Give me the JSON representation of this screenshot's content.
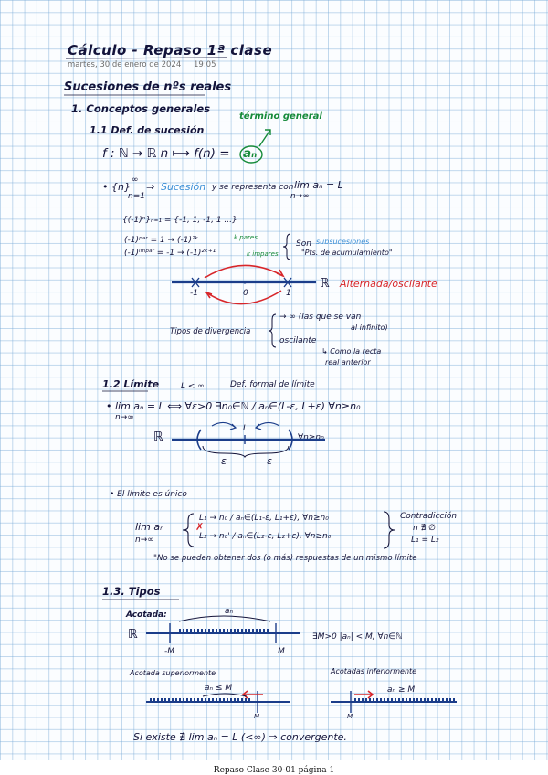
{
  "title": "Cálculo - Repaso 1ª clase",
  "date": "martes, 30 de enero de 2024",
  "time": "19:05",
  "heading": "Sucesiones de nºs reales",
  "section1": {
    "label": "1. Conceptos generales",
    "sub11": {
      "label": "1.1 Def. de sucesión",
      "mapping": "f : ℕ → ℝ    n ⟼ f(n) = ",
      "term": "aₙ",
      "term_label": "término general",
      "seq_intro": "• {n}",
      "seq_sup": "∞",
      "seq_sub": "n=1",
      "seq_arrow": "⇒",
      "seq_word": "Sucesión",
      "seq_rest": "y se representa con",
      "lim": "lim aₙ = L",
      "lim_sub": "n→∞",
      "example_set": "{(-1)ⁿ}ₙ₌₁ = {-1, 1, -1, 1 ...}",
      "par_line": "(-1)ᵖᵃʳ = 1  →  (-1)²ᵏ",
      "par_note": "k pares",
      "impar_line": "(-1)ⁱᵐᵖᵃʳ = -1  →  (-1)²ᵏ⁺¹",
      "impar_note": "k impares",
      "son": "Son",
      "subsucesiones": "subsucesiones",
      "pts": "\"Pts. de acumulamiento\"",
      "axis_R": "ℝ",
      "tick_neg": "-1",
      "tick_zero": "0",
      "tick_one": "1",
      "alternada": "Alternada/oscilante",
      "tipos_div": "Tipos de divergencia",
      "div1": "→ ∞  (las que se van",
      "div1b": "al infinito)",
      "div2": "oscilante",
      "div3": "↳ Como la recta",
      "div3b": "real anterior"
    },
    "sub12": {
      "label": "1.2 Límite",
      "cond": "L < ∞",
      "def_label": "Def. formal de límite",
      "def": "• lim aₙ = L  ⟺  ∀ε>0  ∃n₀∈ℕ / aₙ∈(L-ε, L+ε)  ∀n≥n₀",
      "def_sub": "n→∞",
      "axis_R": "ℝ",
      "L": "L",
      "eps1": "ε",
      "eps2": "ε",
      "forall": "∀n≥n₀",
      "unique": "• El límite es único",
      "lim2": "lim aₙ",
      "lim2_sub": "n→∞",
      "L1": "L₁ → n₀ / aₙ∈(L₁-ε, L₁+ε), ∀n≥n₀",
      "L2": "L₂ → n₀' / aₙ∈(L₂-ε, L₂+ε), ∀n≥n₀'",
      "cross": "✗",
      "contradiccion": "Contradicción",
      "c2": "n ∄ ∅",
      "c3": "L₁ = L₂",
      "note": "\"No se pueden obtener dos (o más) respuestas de un mismo límite"
    },
    "sub13": {
      "label": "1.3. Tipos",
      "acotada": "Acotada:",
      "an": "aₙ",
      "axis_R": "ℝ",
      "negM": "-M",
      "M": "M",
      "cond": "∃M>0   |aₙ| < M, ∀n∈ℕ",
      "sup_label": "Acotada superiormente",
      "sup_cond": "aₙ ≤ M",
      "sup_M": "M",
      "inf_label": "Acotadas inferiormente",
      "inf_cond": "aₙ ≥ M",
      "inf_M": "M",
      "final": "Si existe ∄ lim aₙ = L (<∞) ⇒ convergente."
    }
  },
  "footer": "Repaso Clase 30-01 página 1",
  "colors": {
    "ink": "#13133a",
    "green": "#168a3a",
    "blue": "#3c8fd6",
    "red": "#d8262a",
    "grid": "#8ab8de"
  }
}
